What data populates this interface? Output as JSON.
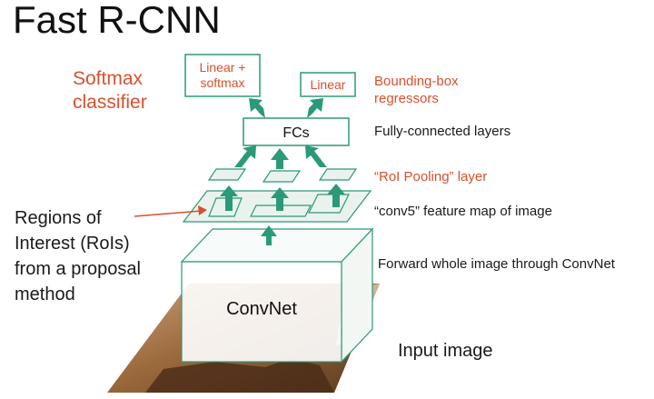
{
  "title": "Fast R-CNN",
  "labels": {
    "softmax_classifier": [
      "Softmax",
      "classifier"
    ],
    "bbox_regressors": [
      "Bounding-box",
      "regressors"
    ],
    "fully_connected_layers": "Fully-connected layers",
    "roi_pooling_layer": "“RoI Pooling” layer",
    "conv5_feature_map": "“conv5” feature map of image",
    "forward_text": "Forward whole image through ConvNet",
    "input_image": "Input image",
    "regions_of_interest": [
      "Regions of",
      "Interest (RoIs)",
      "from a proposal",
      "method"
    ]
  },
  "boxes": {
    "linear_softmax": [
      "Linear +",
      "softmax"
    ],
    "linear": "Linear",
    "fcs": "FCs",
    "convnet": "ConvNet"
  },
  "colors": {
    "green": "#2a9a78",
    "orange": "#d8502e",
    "plane_fill": "#eaf2ee",
    "image_ground": "#8b5a33"
  }
}
